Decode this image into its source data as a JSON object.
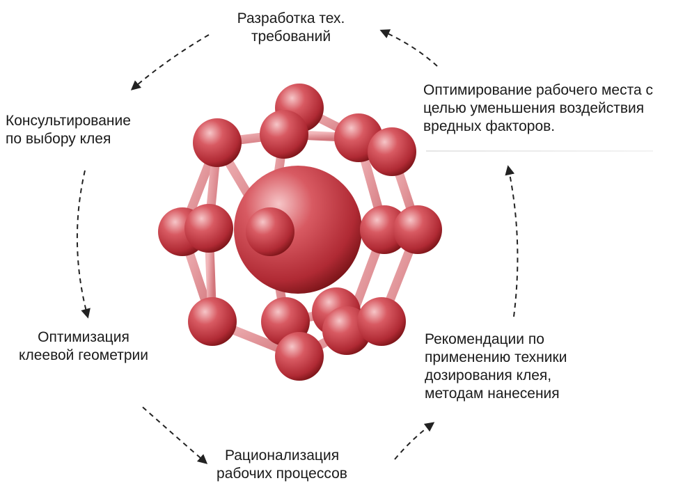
{
  "diagram": {
    "labels": {
      "tech_requirements": [
        "Разработка тех.",
        "требований"
      ],
      "workplace_optimization": [
        "Оптимирование рабочего места с",
        "целью уменьшения воздействия",
        "вредных факторов."
      ],
      "dispensing_recommendations": [
        "Рекомендации по",
        "применению техники",
        "дозирования клея,",
        "методам нанесения"
      ],
      "process_rationalization": [
        "Рационализация",
        "рабочих процессов"
      ],
      "geometry_optimization": [
        "Оптимизация",
        "клеевой геометрии"
      ],
      "adhesive_consulting": [
        "Консультирование",
        "по выбору клея"
      ]
    },
    "colors": {
      "sphere": "#c8444c",
      "sphere_highlight": "#f6c6c8",
      "sphere_shadow": "#7a1418",
      "rod": "#e08e92",
      "arrow": "#222222"
    },
    "center_icon": "molecule-cluster-icon"
  }
}
